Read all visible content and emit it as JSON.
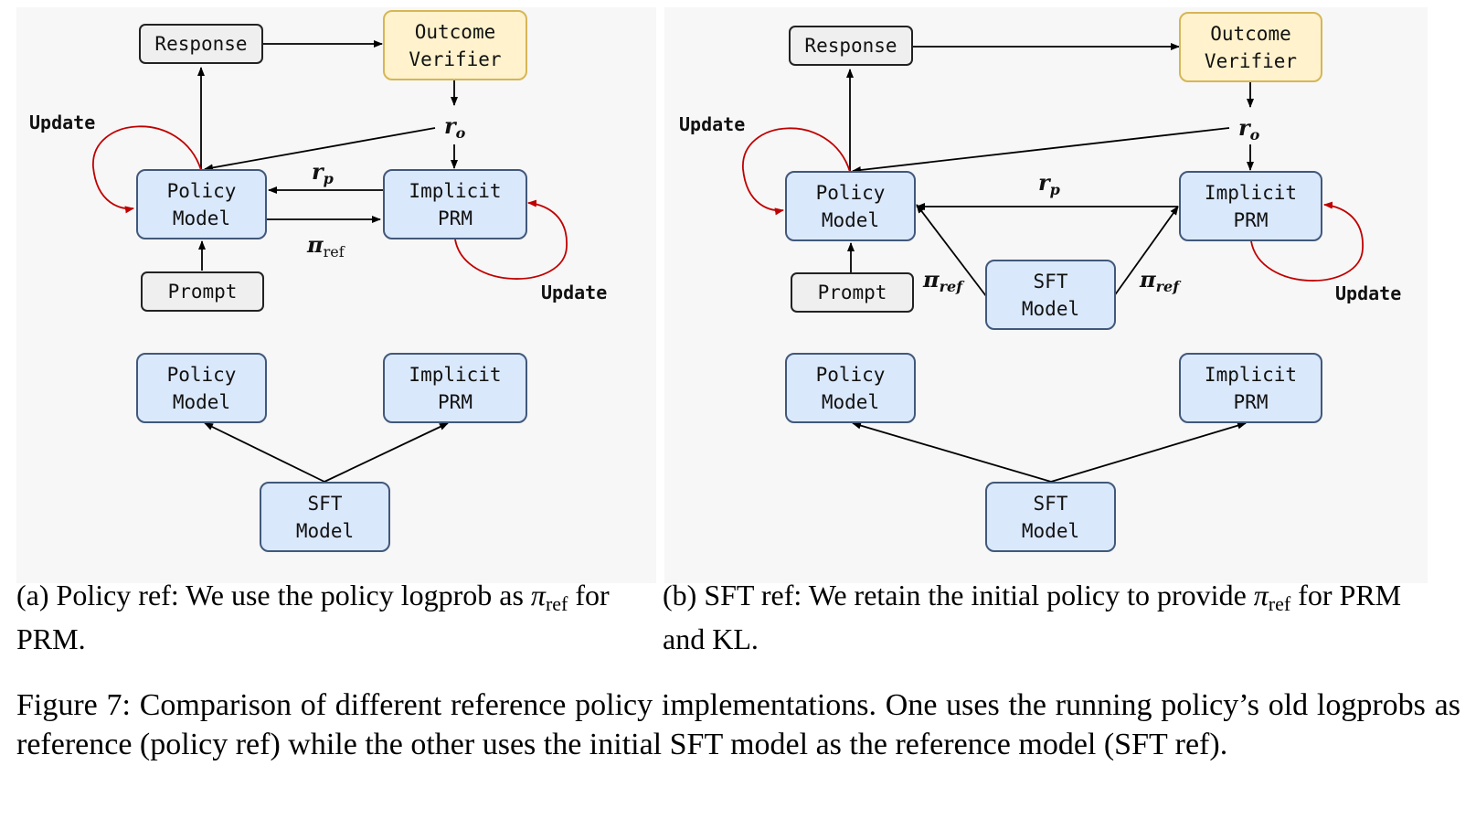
{
  "panel_a": {
    "response": "Response",
    "outcome_verifier": "Outcome\nVerifier",
    "policy_model": "Policy\nModel",
    "implicit_prm": "Implicit\nPRM",
    "prompt": "Prompt",
    "policy_model_bottom": "Policy\nModel",
    "implicit_prm_bottom": "Implicit\nPRM",
    "sft_model": "SFT\nModel",
    "update_left": "Update",
    "update_right": "Update",
    "r_o": "r",
    "r_o_sub": "o",
    "r_p": "r",
    "r_p_sub": "p",
    "pi_ref": "π",
    "pi_ref_sub": "ref"
  },
  "panel_b": {
    "response": "Response",
    "outcome_verifier": "Outcome\nVerifier",
    "policy_model": "Policy\nModel",
    "implicit_prm": "Implicit\nPRM",
    "prompt": "Prompt",
    "sft_model_mid": "SFT\nModel",
    "policy_model_bottom": "Policy\nModel",
    "implicit_prm_bottom": "Implicit\nPRM",
    "sft_model": "SFT\nModel",
    "update_left": "Update",
    "update_right": "Update",
    "r_o": "r",
    "r_o_sub": "o",
    "r_p": "r",
    "r_p_sub": "p",
    "pi_ref_left": "π",
    "pi_ref_left_sub": "ref",
    "pi_ref_right": "π",
    "pi_ref_right_sub": "ref"
  },
  "captions": {
    "a_pre": "(a) Policy ref: We use the policy logprob as ",
    "a_pi": "π",
    "a_sub": "ref",
    "a_post": " for PRM.",
    "b_pre": "(b) SFT ref: We retain the initial policy to provide ",
    "b_pi": "π",
    "b_sub": "ref",
    "b_post": " for PRM and KL."
  },
  "figure_caption": "Figure 7: Comparison of different reference policy implementations. One uses the running policy’s old logprobs as reference (policy ref) while the other uses the initial SFT model as the reference model (SFT ref).",
  "colors": {
    "node_blue_fill": "#dae8fc",
    "node_blue_border": "#41587a",
    "node_yellow_fill": "#fff2cc",
    "node_yellow_border": "#d6b656",
    "node_gray_fill": "#efefef",
    "update_arrow": "#c00000",
    "panel_background": "#f7f7f7"
  }
}
